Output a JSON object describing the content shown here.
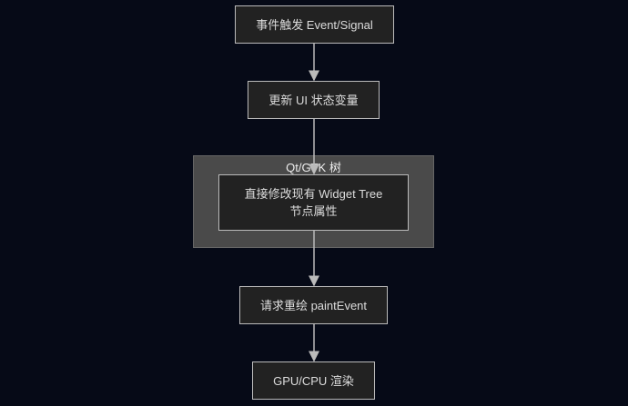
{
  "nodes": {
    "event": "事件触发 Event/Signal",
    "update_state": "更新 UI 状态变量",
    "modify_tree_line1": "直接修改现有 Widget Tree",
    "modify_tree_line2": "节点属性",
    "repaint": "请求重绘 paintEvent",
    "render": "GPU/CPU 渲染"
  },
  "cluster": {
    "label": "Qt/GTK 树"
  },
  "colors": {
    "background": "#060a17",
    "node_fill": "#222222",
    "cluster_fill": "#4a4a4a",
    "edge": "#bbbbbb"
  }
}
